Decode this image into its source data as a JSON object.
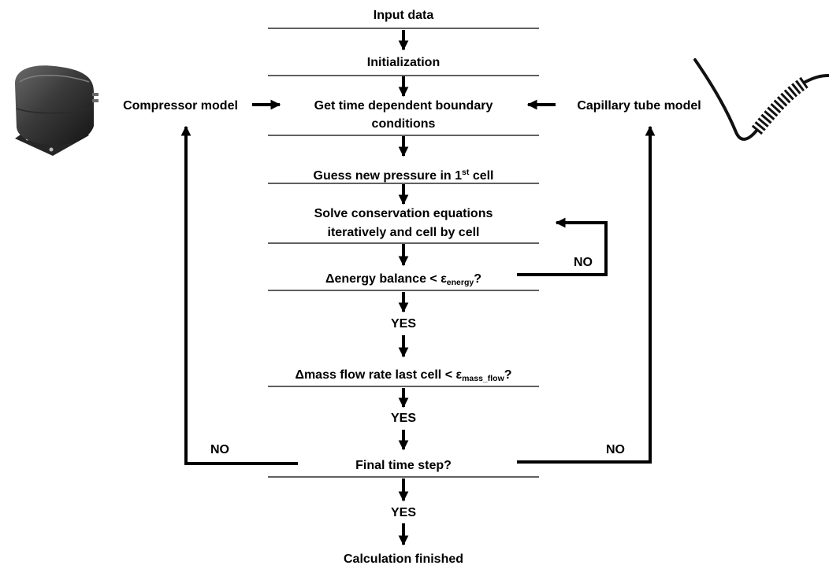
{
  "steps": {
    "input_data": "Input data",
    "initialization": "Initialization",
    "boundary_line1": "Get time dependent boundary",
    "boundary_line2": "conditions",
    "guess_prefix": "Guess new pressure in 1",
    "guess_sup": "st",
    "guess_suffix": " cell",
    "solve_line1": "Solve conservation equations",
    "solve_line2": "iteratively and cell by cell",
    "energy_prefix": "Δenergy balance < ε",
    "energy_sub": "energy",
    "energy_suffix": "?",
    "mass_prefix": "Δmass flow rate last cell < ε",
    "mass_sub": "mass_flow",
    "mass_suffix": "?",
    "final_step": "Final time step?",
    "finished": "Calculation finished"
  },
  "side_models": {
    "compressor": "Compressor model",
    "capillary": "Capillary tube model"
  },
  "decisions": {
    "yes": "YES",
    "no": "NO"
  },
  "colors": {
    "line": "#000000",
    "text": "#000000",
    "background": "#ffffff"
  },
  "icons": {
    "left": "compressor-icon",
    "right": "capillary-tube-icon"
  }
}
